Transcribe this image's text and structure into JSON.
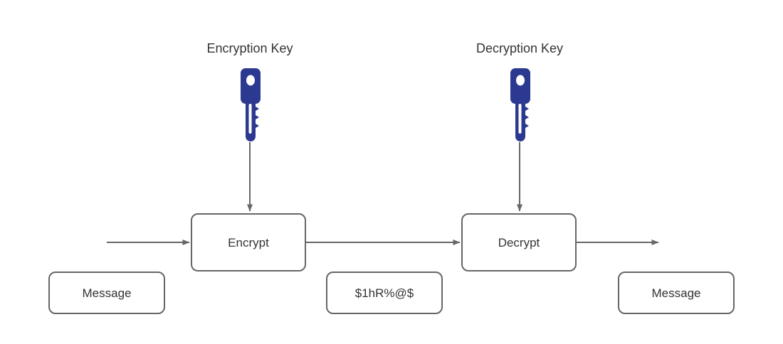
{
  "diagram": {
    "title": "Symmetric encryption and decryption flow",
    "background_color": "#ffffff",
    "stroke_color": "#666666",
    "text_color": "#333333",
    "key_color": "#2B3990"
  },
  "captions": {
    "encryption_key": "Encryption Key",
    "decryption_key": "Decryption Key"
  },
  "nodes": {
    "encrypt": "Encrypt",
    "decrypt": "Decrypt",
    "message_in": "Message",
    "ciphertext": "$1hR%@$",
    "message_out": "Message"
  },
  "icons": {
    "encryption_key_icon": "key-icon",
    "decryption_key_icon": "key-icon"
  }
}
